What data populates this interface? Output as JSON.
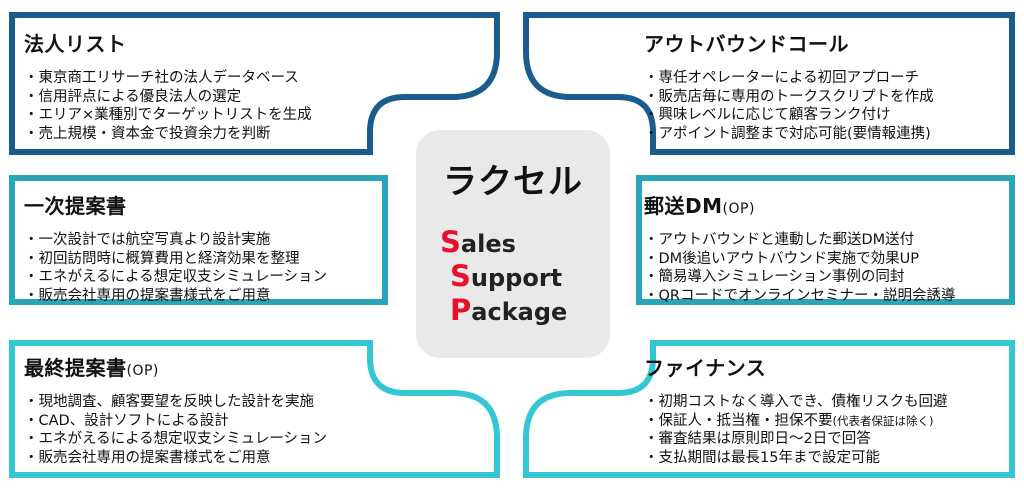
{
  "colors": {
    "navy": "#1a5d8c",
    "steel": "#2577a8",
    "teal": "#2aa5b8",
    "cyan": "#33c7d3",
    "accent_red": "#e8102a",
    "center_bg": "#e9e9e9"
  },
  "center": {
    "brand": "ラクセル",
    "initials": [
      "S",
      "S",
      "P"
    ],
    "rest": [
      "ales",
      "upport",
      "ackage"
    ]
  },
  "left": {
    "list": {
      "title": "法人リスト",
      "items": [
        "東京商工リサーチ社の法人データベース",
        "信用評点による優良法人の選定",
        "エリア×業種別でターゲットリストを生成",
        "売上規模・資本金で投資余力を判断"
      ]
    },
    "first_proposal": {
      "title": "一次提案書",
      "items": [
        "一次設計では航空写真より設計実施",
        "初回訪問時に概算費用と経済効果を整理",
        "エネがえるによる想定収支シミュレーション",
        "販売会社専用の提案書様式をご用意"
      ]
    },
    "final_proposal": {
      "title": "最終提案書",
      "title_op": "(OP)",
      "items": [
        "現地調査、顧客要望を反映した設計を実施",
        "CAD、設計ソフトによる設計",
        "エネがえるによる想定収支シミュレーション",
        "販売会社専用の提案書様式をご用意"
      ]
    }
  },
  "right": {
    "outbound": {
      "title": "アウトバウンドコール",
      "items": [
        "専任オペレーターによる初回アプローチ",
        "販売店毎に専用のトークスクリプトを作成",
        "興味レベルに応じて顧客ランク付け",
        "アポイント調整まで対応可能(要情報連携)"
      ]
    },
    "dm": {
      "title": "郵送DM",
      "title_op": "(OP)",
      "items": [
        "アウトバウンドと連動した郵送DM送付",
        "DM後追いアウトバウンド実施で効果UP",
        "簡易導入シミュレーション事例の同封",
        "QRコードでオンラインセミナー・説明会誘導"
      ]
    },
    "finance": {
      "title": "ファイナンス",
      "items": [
        "初期コストなく導入でき、債権リスクも回避",
        "保証人・抵当権・担保不要",
        "審査結果は原則即日～2日で回答",
        "支払期間は最長15年まで設定可能"
      ],
      "item2_note": "(代表者保証は除く)"
    }
  }
}
